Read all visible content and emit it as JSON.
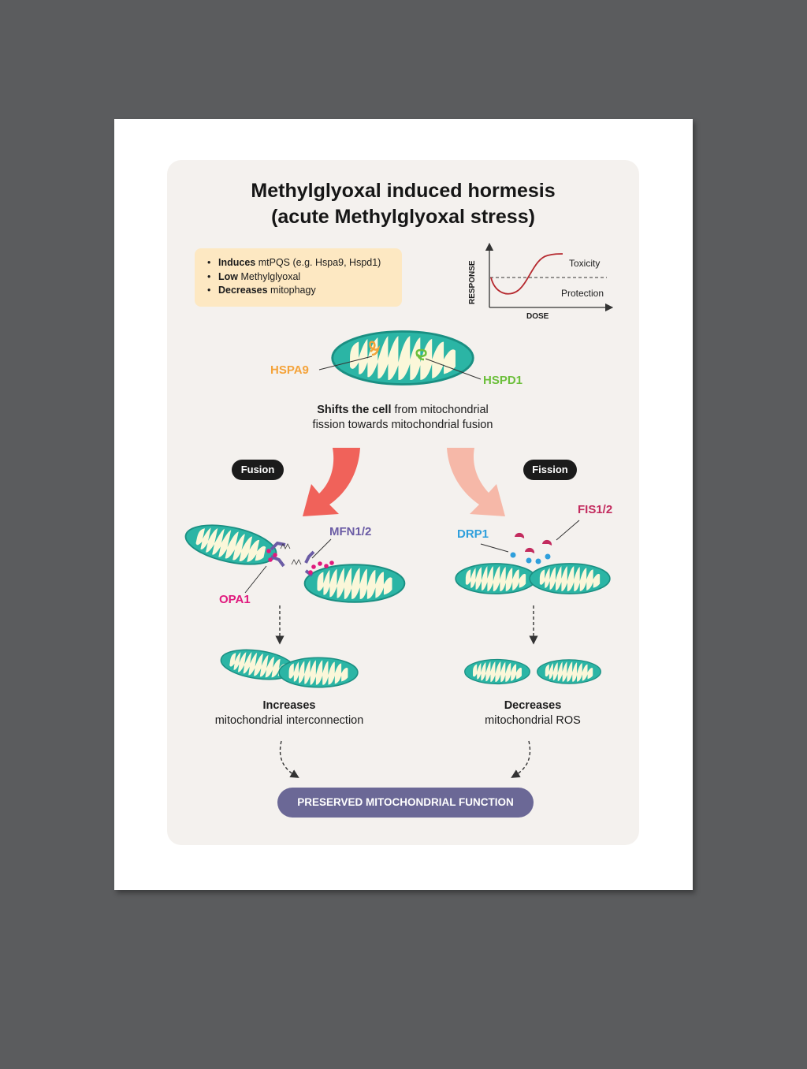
{
  "title": {
    "line1": "Methylglyoxal induced hormesis",
    "line2": "(acute Methylglyoxal stress)"
  },
  "info": {
    "items": [
      {
        "bold": "Induces",
        "rest": " mtPQS (e.g. Hspa9, Hspd1)"
      },
      {
        "bold": "Low",
        "rest": " Methylglyoxal"
      },
      {
        "bold": "Decreases",
        "rest": " mitophagy"
      }
    ]
  },
  "graph": {
    "ylabel": "RESPONSE",
    "xlabel": "DOSE",
    "toxicity": "Toxicity",
    "protection": "Protection",
    "curve_color": "#b5282e"
  },
  "labels": {
    "hspa9": "HSPA9",
    "hspd1": "HSPD1",
    "mfn": "MFN1/2",
    "opa1": "OPA1",
    "drp1": "DRP1",
    "fis": "FIS1/2"
  },
  "shift": {
    "bold": "Shifts the cell",
    "rest": " from mitochondrial",
    "line2": "fission towards mitochondrial fusion"
  },
  "pills": {
    "fusion": "Fusion",
    "fission": "Fission"
  },
  "outcomes": {
    "left_bold": "Increases",
    "left_rest": "mitochondrial interconnection",
    "right_bold": "Decreases",
    "right_rest": "mitochondrial ROS"
  },
  "banner": "PRESERVED MITOCHONDRIAL FUNCTION",
  "colors": {
    "mito_fill": "#2bb5a5",
    "mito_outline": "#1a8f82",
    "cristae": "#fbf7d9",
    "hspa9": "#f4a33a",
    "hspd1": "#6cbf3b",
    "mfn": "#6b5ca5",
    "opa1": "#e0197d",
    "drp1": "#2e9fdc",
    "fis": "#c32b5e",
    "fusion_arrow": "#f0625a",
    "fission_arrow": "#f6b8a8",
    "banner": "#6b6896"
  }
}
